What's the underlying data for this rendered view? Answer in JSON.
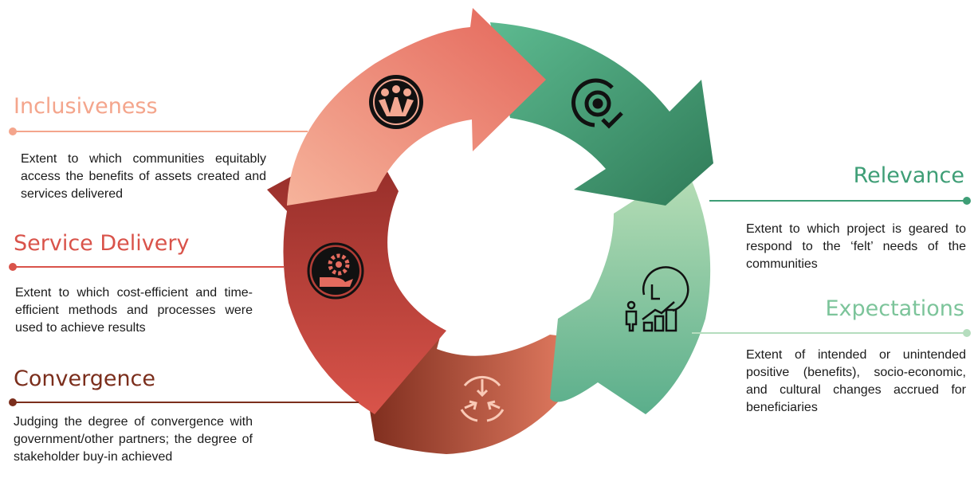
{
  "colors": {
    "inclusiveness": "#F4A58C",
    "service_delivery": "#D9534A",
    "convergence": "#7B2E1C",
    "relevance": "#3E9E76",
    "expectations": "#9FD3AE"
  },
  "stages": [
    {
      "key": "inclusiveness",
      "title": "Inclusiveness",
      "description": "Extent to which communities equitably access the benefits of assets created and services delivered",
      "icon": "community-hands-icon"
    },
    {
      "key": "relevance",
      "title": "Relevance",
      "description": "Extent to which project is geared to respond to the ‘felt’ needs of the communities",
      "icon": "target-check-icon"
    },
    {
      "key": "service_delivery",
      "title": "Service Delivery",
      "description": "Extent to which cost-efficient and time-efficient methods and processes were used to achieve results",
      "icon": "hand-gear-icon"
    },
    {
      "key": "expectations",
      "title": "Expectations",
      "description": "Extent of intended or unintended positive (benefits), socio-economic, and cultural changes accrued for beneficiaries",
      "icon": "person-growth-clock-icon"
    },
    {
      "key": "convergence",
      "title": "Convergence",
      "description": "Judging the degree of convergence with government/other partners; the degree of stakeholder buy-in achieved",
      "icon": "converging-arrows-icon"
    }
  ]
}
